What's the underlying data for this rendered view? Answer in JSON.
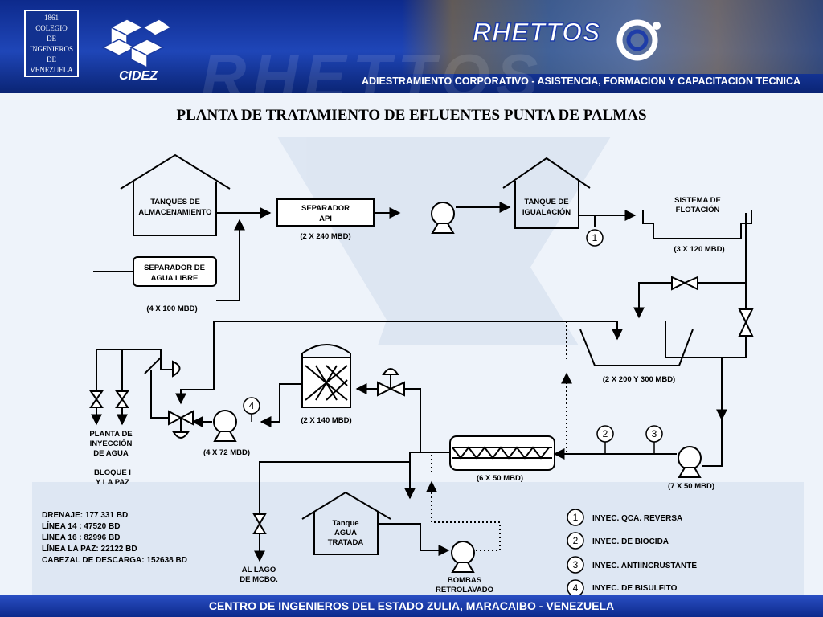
{
  "header": {
    "seal_year": "1861",
    "seal_line1": "COLEGIO",
    "seal_line2": "DE",
    "seal_line3": "INGENIEROS",
    "seal_line4": "DE",
    "seal_line5": "VENEZUELA",
    "cidez": "CIDEZ",
    "rhettos": "RHETTOS",
    "tagline": "ADIESTRAMIENTO CORPORATIVO - ASISTENCIA, FORMACION Y CAPACITACION TECNICA"
  },
  "title": "PLANTA DE TRATAMIENTO DE EFLUENTES PUNTA DE PALMAS",
  "nodes": {
    "tanques_line1": "TANQUES DE",
    "tanques_line2": "ALMACENAMIENTO",
    "separador_api_line1": "SEPARADOR",
    "separador_api_line2": "API",
    "separador_api_cap": "(2 X 240 MBD)",
    "tanque_igualacion_line1": "TANQUE DE",
    "tanque_igualacion_line2": "IGUALACIÓN",
    "flotacion_line1": "SISTEMA DE",
    "flotacion_line2": "FLOTACIÓN",
    "flotacion_cap": "(3 X 120 MBD)",
    "separador_agua_line1": "SEPARADOR DE",
    "separador_agua_line2": "AGUA LIBRE",
    "separador_agua_cap": "(4 X 100 MBD)",
    "clarificador_cap": "(2 X 200 Y 300 MBD)",
    "filtro_cap": "(2 X 140 MBD)",
    "bombas_iny_cap": "(4 X 72 MBD)",
    "planta_line1": "PLANTA DE",
    "planta_line2": "INYECCIÓN",
    "planta_line3": "DE AGUA",
    "bloque_line1": "BLOQUE I",
    "bloque_line2": "Y LA PAZ",
    "filtros_cap": "(6 X 50 MBD)",
    "bombas_cap": "(7 X 50 MBD)",
    "tanque_agua_line1": "Tanque",
    "tanque_agua_line2": "AGUA",
    "tanque_agua_line3": "TRATADA",
    "lago_line1": "AL LAGO",
    "lago_line2": "DE MCBO.",
    "retro_line1": "BOMBAS",
    "retro_line2": "RETROLAVADO"
  },
  "injection_points": [
    "1",
    "2",
    "3",
    "4"
  ],
  "stats": [
    "DRENAJE: 177 331 BD",
    "LÍNEA 14 : 47520 BD",
    "LÍNEA 16 : 82996 BD",
    "LÍNEA LA PAZ: 22122 BD",
    "CABEZAL DE DESCARGA: 152638 BD"
  ],
  "legend": [
    {
      "num": "1",
      "label": "INYEC. QCA. REVERSA"
    },
    {
      "num": "2",
      "label": "INYEC. DE BIOCIDA"
    },
    {
      "num": "3",
      "label": "INYEC. ANTIINCRUSTANTE"
    },
    {
      "num": "4",
      "label": "INYEC. DE BISULFITO"
    }
  ],
  "footer": "CENTRO DE INGENIEROS DEL ESTADO ZULIA, MARACAIBO - VENEZUELA"
}
